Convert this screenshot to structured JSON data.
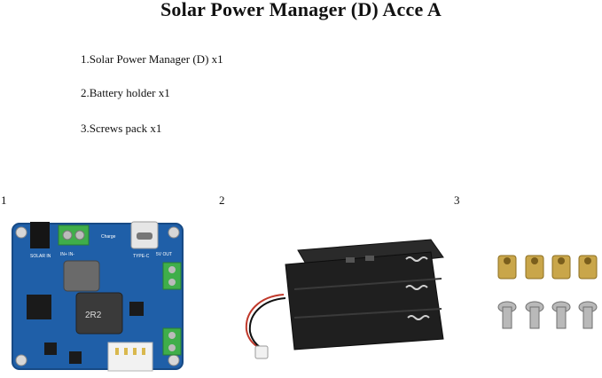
{
  "title": "Solar Power Manager (D) Acce A",
  "contents": [
    "1.Solar Power Manager (D) x1",
    "2.Battery holder x1",
    "3.Screws pack x1"
  ],
  "figures": [
    {
      "label": "1",
      "board_labels": {
        "solar": "SOLAR IN",
        "inputs": "IN+ IN-",
        "charge": "Charge",
        "typec": "TYPE-C",
        "out5v": "5V OUT",
        "inductor": "2R2"
      }
    },
    {
      "label": "2"
    },
    {
      "label": "3"
    }
  ]
}
